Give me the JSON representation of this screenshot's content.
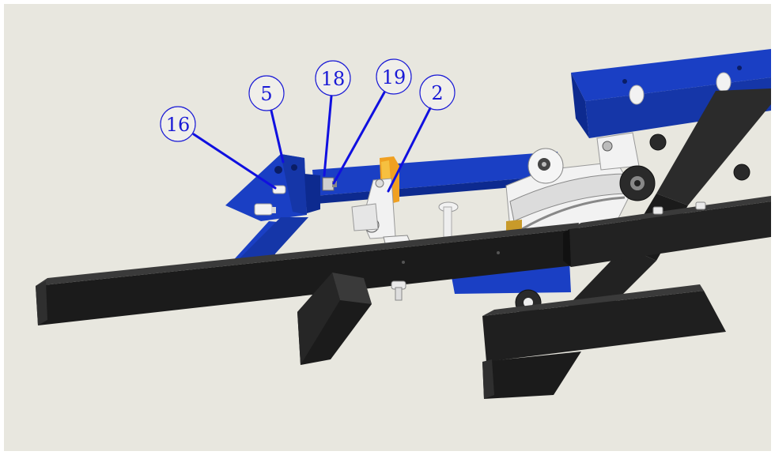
{
  "colors": {
    "viewport_background": "#e8e7df",
    "frame_blue": "#1a3fc4",
    "frame_blue_dark": "#0d2a8f",
    "tube_black": "#1b1b1b",
    "tube_black_face": "#2b2b2b",
    "part_white": "#f2f2f2",
    "roller_orange": "#f0a020",
    "callout_blue": "#1a1ad6"
  },
  "callouts": [
    {
      "id": "16",
      "label": "16"
    },
    {
      "id": "5",
      "label": "5"
    },
    {
      "id": "18",
      "label": "18"
    },
    {
      "id": "19",
      "label": "19"
    },
    {
      "id": "2",
      "label": "2"
    }
  ]
}
